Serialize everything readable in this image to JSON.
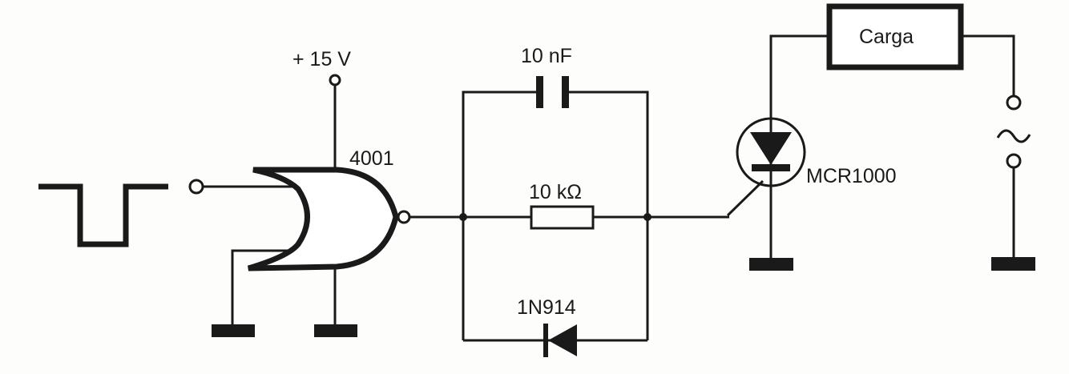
{
  "title": "Circuito de disparo de SCR com porta 4001",
  "labels": {
    "supply": "+ 15 V",
    "gate": "4001",
    "capacitor": "10 nF",
    "resistor": "10 kΩ",
    "diode": "1N914",
    "scr": "MCR1000",
    "load": "Carga",
    "ac_source": "~"
  },
  "colors": {
    "ink": "#1a1a1a",
    "paper": "#fdfdfb"
  }
}
